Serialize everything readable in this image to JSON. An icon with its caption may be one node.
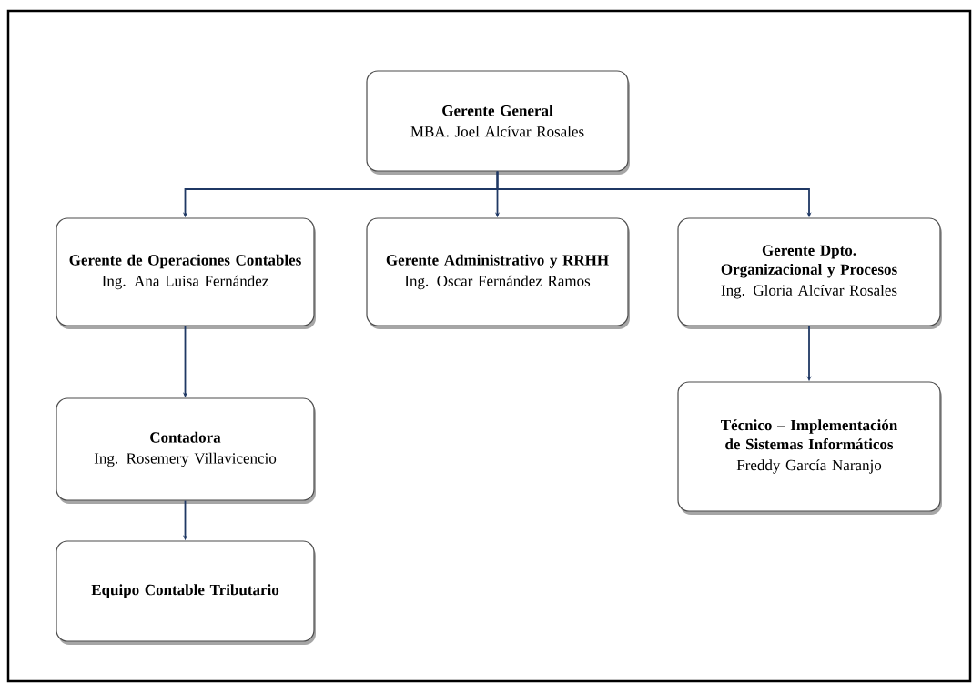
{
  "diagram": {
    "nodes": [
      {
        "text": [
          "Gerente General",
          "MBA. Joel Alcívar Rosales"
        ]
      },
      {
        "text": [
          "Gerente de Operaciones Contables",
          "Ing. Ana Luisa Fernández"
        ]
      },
      {
        "text": [
          "Gerente Administrativo y RRHH",
          "Ing. Oscar Fernández Ramos"
        ]
      },
      {
        "text": [
          "Gerente Dpto. Organizacional y Procesos",
          "Ing. Gloria Alcívar Rosales"
        ]
      },
      {
        "text": [
          "Contadora",
          "Ing. Rosemery Villavicencio"
        ]
      },
      {
        "text": [
          "Equipo Contable Tributario"
        ]
      },
      {
        "text": [
          "Técnico – Implementación de Sistemas Informáticos",
          "Freddy García Naranjo"
        ]
      }
    ],
    "edges": [
      {
        "from": 0,
        "to": 1,
        "arrow": "to"
      },
      {
        "from": 0,
        "to": 2,
        "arrow": "to"
      },
      {
        "from": 0,
        "to": 3,
        "arrow": "to"
      },
      {
        "from": 1,
        "to": 4,
        "arrow": "to"
      },
      {
        "from": 4,
        "to": 5,
        "arrow": "to"
      },
      {
        "from": 3,
        "to": 6,
        "arrow": "to"
      }
    ]
  }
}
